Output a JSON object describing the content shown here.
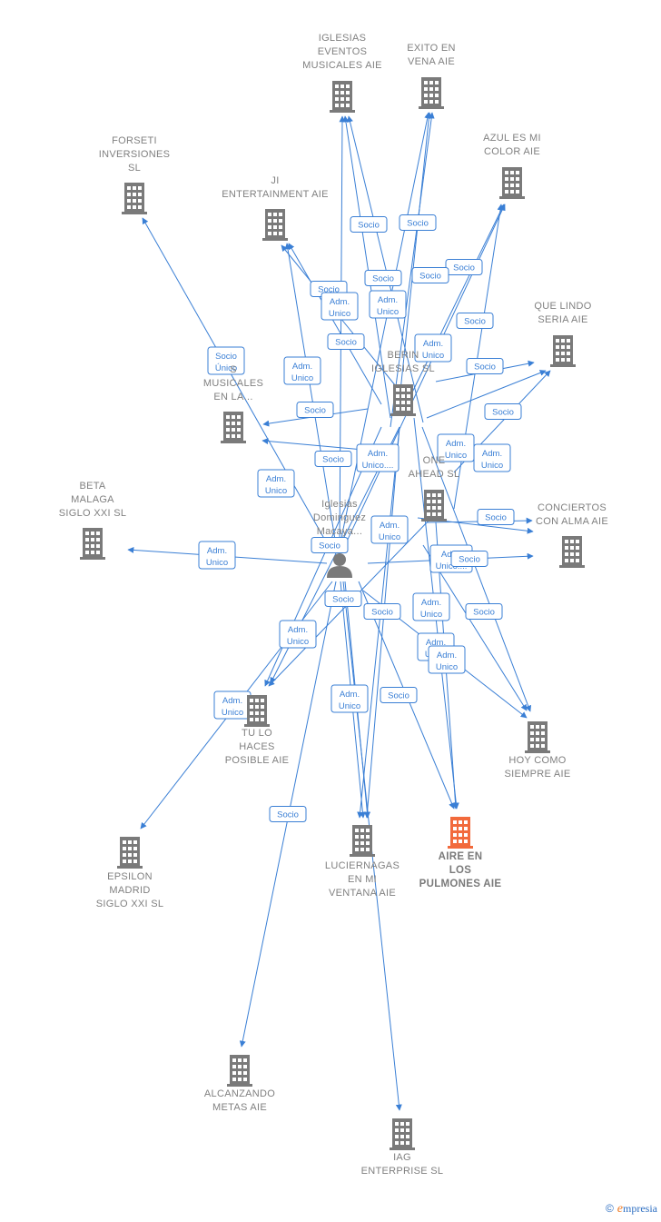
{
  "colors": {
    "edge": "#3a7fd5",
    "node": "#7a7a7a",
    "focus": "#f26a3c",
    "person": "#7a7a7a"
  },
  "nodes": [
    {
      "id": "iglesias_eventos",
      "label": [
        "IGLESIAS",
        "EVENTOS",
        "MUSICALES AIE"
      ],
      "icon": "building-icon"
    },
    {
      "id": "exito",
      "label": [
        "EXITO EN",
        "VENA AIE"
      ],
      "icon": "building-icon"
    },
    {
      "id": "forseti",
      "label": [
        "FORSETI",
        "INVERSIONES",
        "SL"
      ],
      "icon": "building-icon"
    },
    {
      "id": "ji",
      "label": [
        "JI",
        "ENTERTAINMENT AIE"
      ],
      "icon": "building-icon"
    },
    {
      "id": "azul",
      "label": [
        "AZUL ES MI",
        "COLOR AIE"
      ],
      "icon": "building-icon"
    },
    {
      "id": "que_lindo",
      "label": [
        "QUE LINDO",
        "SERIA AIE"
      ],
      "icon": "building-icon"
    },
    {
      "id": "berin",
      "label": [
        "BERIN",
        "IGLESIAS  SL"
      ],
      "icon": "building-icon"
    },
    {
      "id": "musicales",
      "label": [
        "S",
        "MUSICALES",
        "EN LA..."
      ],
      "icon": "building-icon"
    },
    {
      "id": "one_ahead",
      "label": [
        "ONE",
        "AHEAD  SL"
      ],
      "icon": "building-icon"
    },
    {
      "id": "beta",
      "label": [
        "BETA",
        "MALAGA",
        "SIGLO XXI  SL"
      ],
      "icon": "building-icon"
    },
    {
      "id": "conciertos",
      "label": [
        "CONCIERTOS",
        "CON ALMA AIE"
      ],
      "icon": "building-icon"
    },
    {
      "id": "person",
      "label": [
        "Iglesias",
        "Dominguez",
        "Macaya..."
      ],
      "icon": "person-icon"
    },
    {
      "id": "tu_lo",
      "label": [
        "TU LO",
        "HACES",
        "POSIBLE AIE"
      ],
      "icon": "building-icon"
    },
    {
      "id": "hoy",
      "label": [
        "HOY COMO",
        "SIEMPRE AIE"
      ],
      "icon": "building-icon"
    },
    {
      "id": "epsilon",
      "label": [
        "EPSILON",
        "MADRID",
        "SIGLO XXI  SL"
      ],
      "icon": "building-icon"
    },
    {
      "id": "luciernagas",
      "label": [
        "LUCIERNAGAS",
        "EN MI",
        "VENTANA AIE"
      ],
      "icon": "building-icon"
    },
    {
      "id": "aire",
      "label": [
        "AIRE EN",
        "LOS",
        "PULMONES AIE"
      ],
      "icon": "building-icon",
      "focus": true
    },
    {
      "id": "alcanzando",
      "label": [
        "ALCANZANDO",
        "METAS AIE"
      ],
      "icon": "building-icon"
    },
    {
      "id": "iag",
      "label": [
        "IAG",
        "ENTERPRISE SL"
      ],
      "icon": "building-icon"
    }
  ],
  "edge_labels": [
    {
      "lines": [
        "Socio"
      ]
    },
    {
      "lines": [
        "Socio"
      ]
    },
    {
      "lines": [
        "Socio"
      ]
    },
    {
      "lines": [
        "Socio"
      ]
    },
    {
      "lines": [
        "Socio"
      ]
    },
    {
      "lines": [
        "Socio"
      ]
    },
    {
      "lines": [
        "Adm.",
        "Unico"
      ]
    },
    {
      "lines": [
        "Adm.",
        "Unico"
      ]
    },
    {
      "lines": [
        "Socio"
      ]
    },
    {
      "lines": [
        "Socio",
        "Único"
      ]
    },
    {
      "lines": [
        "Adm.",
        "Unico"
      ]
    },
    {
      "lines": [
        "Adm.",
        "Unico"
      ]
    },
    {
      "lines": [
        "Socio"
      ]
    },
    {
      "lines": [
        "Socio"
      ]
    },
    {
      "lines": [
        "Socio"
      ]
    },
    {
      "lines": [
        "Socio"
      ]
    },
    {
      "lines": [
        "Adm.",
        "Unico"
      ]
    },
    {
      "lines": [
        "Adm.",
        "Unico...."
      ]
    },
    {
      "lines": [
        "Adm.",
        "Unico"
      ]
    },
    {
      "lines": [
        "Socio"
      ]
    },
    {
      "lines": [
        "Adm.",
        "Unico"
      ]
    },
    {
      "lines": [
        "Adm.",
        "Unico"
      ]
    },
    {
      "lines": [
        "Socio"
      ]
    },
    {
      "lines": [
        "Adm.",
        "Unico...."
      ]
    },
    {
      "lines": [
        "Adm.",
        "Unico"
      ]
    },
    {
      "lines": [
        "Socio"
      ]
    },
    {
      "lines": [
        "Socio"
      ]
    },
    {
      "lines": [
        "Socio"
      ]
    },
    {
      "lines": [
        "Socio"
      ]
    },
    {
      "lines": [
        "Adm.",
        "Unico"
      ]
    },
    {
      "lines": [
        "Socio"
      ]
    },
    {
      "lines": [
        "Adm.",
        "Unico"
      ]
    },
    {
      "lines": [
        "Adm.",
        "Unico"
      ]
    },
    {
      "lines": [
        "Adm.",
        "Unico"
      ]
    },
    {
      "lines": [
        "Adm.",
        "Unico"
      ]
    },
    {
      "lines": [
        "Adm.",
        "Unico"
      ]
    },
    {
      "lines": [
        "Socio"
      ]
    },
    {
      "lines": [
        "Socio"
      ]
    }
  ],
  "footer": {
    "copyright": "©",
    "brand_initial": "e",
    "brand_rest": "mpresia"
  }
}
